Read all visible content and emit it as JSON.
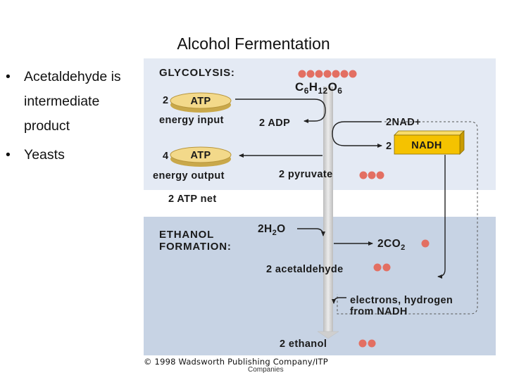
{
  "slide": {
    "title": "Alcohol Fermentation",
    "bullets": [
      "Acetaldehyde is intermediate product",
      "Yeasts"
    ]
  },
  "diagram": {
    "glycolysis_header": "GLYCOLYSIS:",
    "glucose": {
      "main": "C",
      "s1": "6",
      "m2": "H",
      "s2": "12",
      "m3": "O",
      "s3": "6"
    },
    "atp_input_count": "2",
    "atp_label": "ATP",
    "energy_input": "energy input",
    "adp": "2 ADP",
    "nad_plus": "2NAD+",
    "nadh_count": "2",
    "nadh_label": "NADH",
    "atp_output_count": "4",
    "energy_output": "energy output",
    "pyruvate": "2 pyruvate",
    "atp_net": "2 ATP net",
    "ethanol_header_line1": "ETHANOL",
    "ethanol_header_line2": "FORMATION:",
    "water": {
      "main": "2H",
      "sub": "2",
      "tail": "O"
    },
    "co2": {
      "main": "2CO",
      "sub": "2"
    },
    "acetaldehyde": "2 acetaldehyde",
    "electrons_line1": "electrons, hydrogen",
    "electrons_line2": "from NADH",
    "ethanol": "2 ethanol",
    "colors": {
      "top_panel": "#e4eaf4",
      "bottom_panel": "#c7d3e4",
      "atp_disc": "#f3d98a",
      "nadh_box": "#f5c200",
      "molecule": "#e36f62",
      "arrow": "#cfcfcf"
    }
  },
  "footer": {
    "copyright": "© 1998 Wadsworth Publishing Company/ITP",
    "companies": "Companies"
  }
}
